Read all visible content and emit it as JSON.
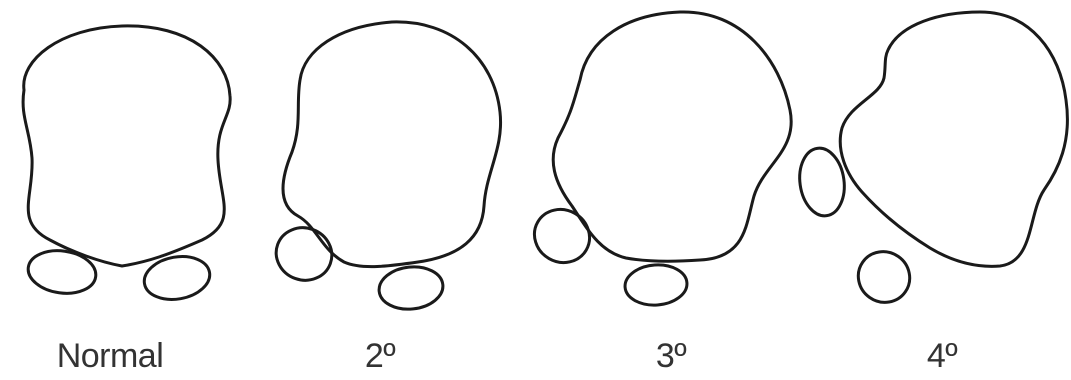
{
  "figure": {
    "panels": [
      {
        "id": "normal",
        "label": "Normal"
      },
      {
        "id": "grade-2",
        "label": "2º"
      },
      {
        "id": "grade-3",
        "label": "3º"
      },
      {
        "id": "grade-4",
        "label": "4º"
      }
    ]
  },
  "style": {
    "stroke_color": "#1a1a1a",
    "label_color": "#333333",
    "background": "#ffffff"
  }
}
